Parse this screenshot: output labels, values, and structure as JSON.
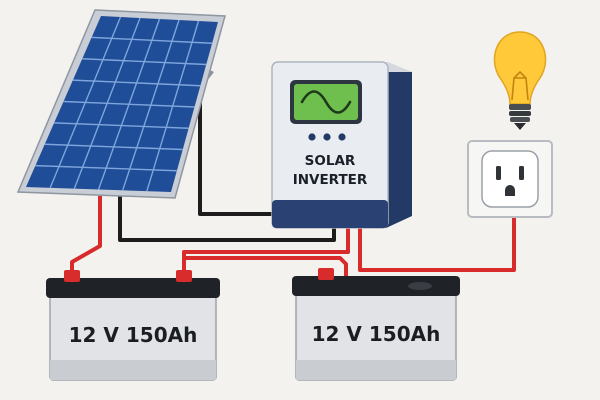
{
  "inverter": {
    "label_line1": "SOLAR",
    "label_line2": "INVERTER"
  },
  "batteries": [
    {
      "label": "12 V 150Ah"
    },
    {
      "label": "12 V 150Ah"
    }
  ],
  "colors": {
    "background": "#f3f2ee",
    "panel_cell": "#1f4d97",
    "panel_frame": "#c9ced6",
    "inverter_body": "#e9ecf0",
    "inverter_side": "#233a66",
    "display": "#6fbf4f",
    "wire_red": "#d82b2b",
    "wire_black": "#1d1d1d",
    "bulb": "#ffc93a",
    "battery_top": "#1f2226",
    "battery_body": "#e2e3e6"
  }
}
